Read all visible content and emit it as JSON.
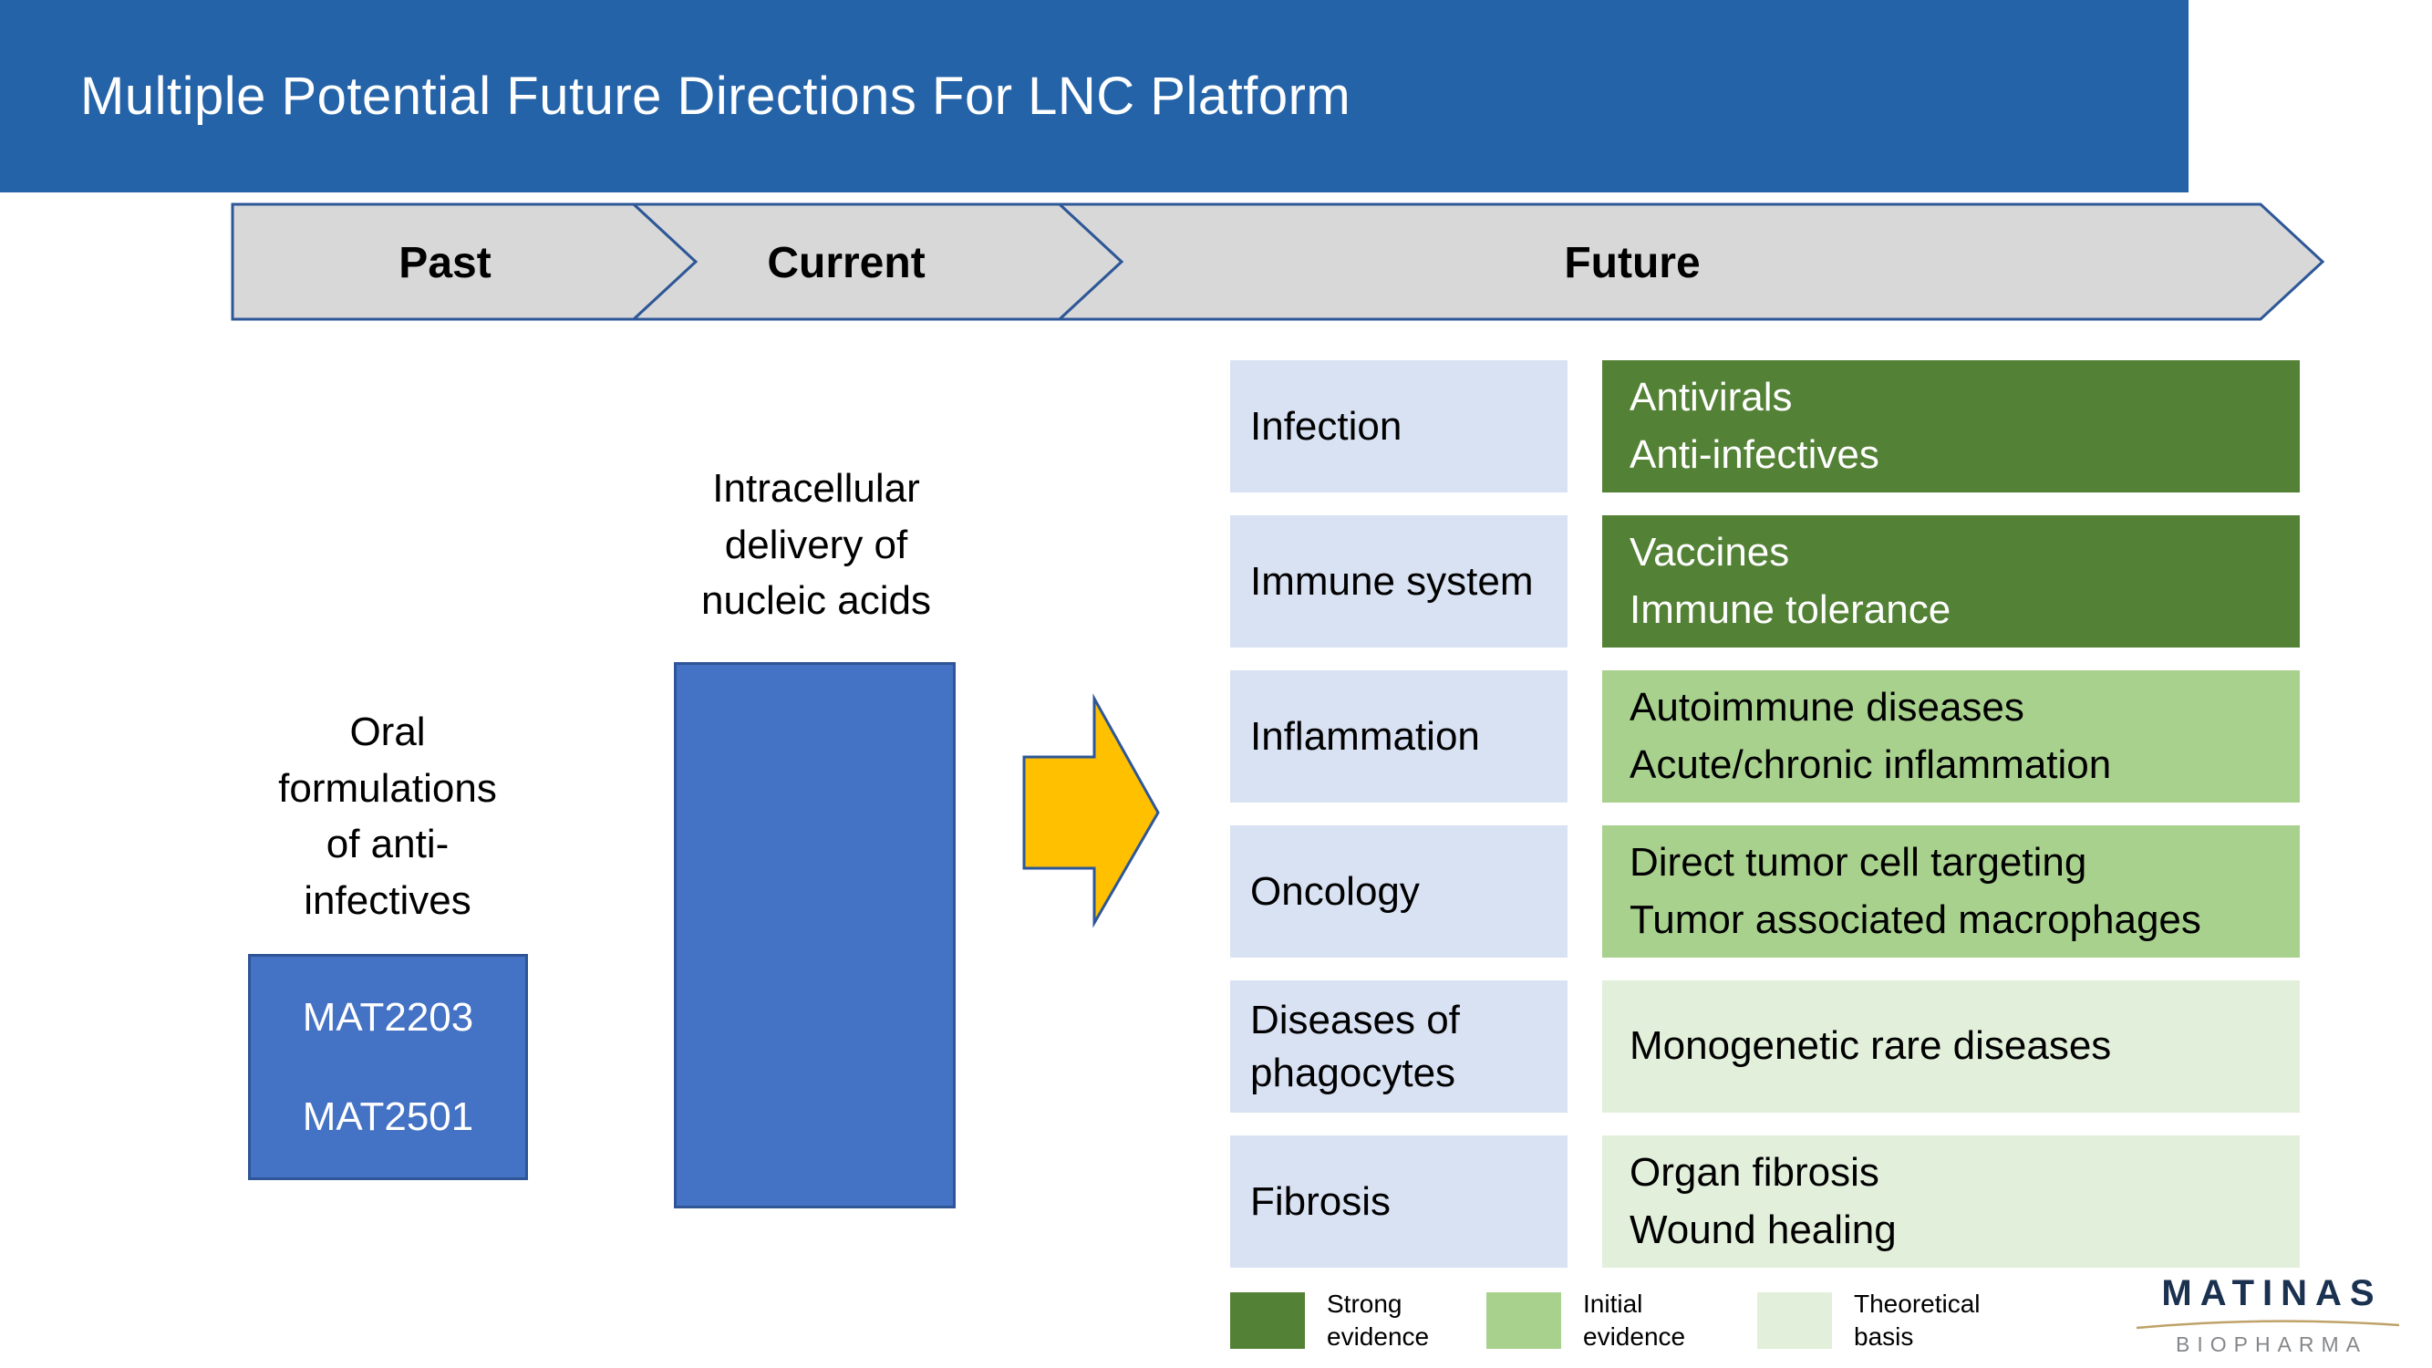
{
  "slide": {
    "title": "Multiple Potential Future Directions For LNC Platform"
  },
  "timeline": {
    "past": "Past",
    "current": "Current",
    "future": "Future"
  },
  "past_column": {
    "label": "Oral\nformulations\nof anti-\ninfectives",
    "products": [
      "MAT2203",
      "MAT2501"
    ]
  },
  "current_column": {
    "label": "Intracellular\ndelivery of\nnucleic acids"
  },
  "future_rows": [
    {
      "category": "Infection",
      "applications": "Antivirals\nAnti-infectives",
      "evidence": "strong"
    },
    {
      "category": "Immune system",
      "applications": "Vaccines\nImmune tolerance",
      "evidence": "strong"
    },
    {
      "category": "Inflammation",
      "applications": "Autoimmune diseases\nAcute/chronic inflammation",
      "evidence": "initial"
    },
    {
      "category": "Diseases of\nphagocytes",
      "applications": "Monogenetic rare diseases",
      "evidence": "theoretical"
    },
    {
      "category": "Oncology",
      "applications": "Direct tumor cell targeting\nTumor associated macrophages",
      "evidence": "initial"
    },
    {
      "category": "Fibrosis",
      "applications": "Organ fibrosis\nWound healing",
      "evidence": "theoretical"
    }
  ],
  "rows_display_order": [
    0,
    1,
    2,
    4,
    3,
    5
  ],
  "legend": [
    {
      "label": "Strong\nevidence",
      "level": "strong",
      "color": "#538135"
    },
    {
      "label": "Initial\nevidence",
      "level": "initial",
      "color": "#A9D18E"
    },
    {
      "label": "Theoretical\nbasis",
      "level": "theoretical",
      "color": "#E2EFDA"
    }
  ],
  "logo": {
    "wordmark": "MATINAS",
    "subtext": "BIOPHARMA"
  },
  "colors": {
    "header_blue": "#2463A8",
    "accent_blue": "#4472C4",
    "accent_blue_border": "#2F5597",
    "timeline_fill": "#D8D8D8",
    "timeline_border": "#2E5797",
    "category_bg": "#D9E2F3",
    "strong_green": "#538135",
    "initial_green": "#A9D18E",
    "theoretical_green": "#E2EFDA",
    "arrow_gold": "#FFC000",
    "logo_navy": "#1B3150",
    "logo_gray": "#85878A",
    "logo_arc_tan": "#BFA269"
  }
}
